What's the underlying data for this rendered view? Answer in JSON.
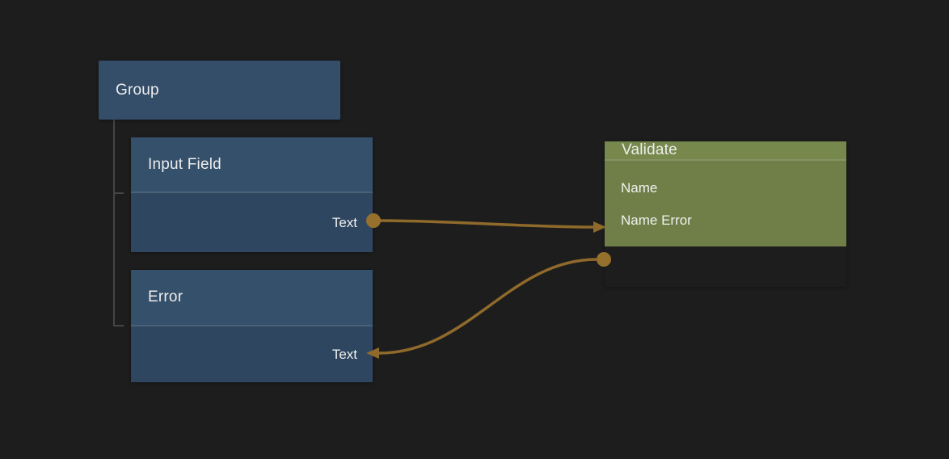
{
  "colors": {
    "canvas_bg": "#1d1d1d",
    "group_color": "#344d68",
    "node_blue_header": "#35506b",
    "node_blue_body": "#2f4660",
    "node_green_header": "#76884b",
    "node_green_body": "#6f7f47",
    "wire_color": "#8f6a2b",
    "port_color": "#96702d",
    "tree_line_color": "#454545",
    "text_color": "#ededed"
  },
  "nodes": {
    "group": {
      "title": "Group"
    },
    "input_field": {
      "title": "Input Field",
      "parent": "Group",
      "output_port": {
        "label": "Text",
        "direction": "output"
      }
    },
    "error": {
      "title": "Error",
      "parent": "Group",
      "input_port": {
        "label": "Text",
        "direction": "input"
      }
    },
    "validate": {
      "title": "Validate",
      "ports": [
        {
          "label": "Name",
          "direction": "input"
        },
        {
          "label": "Name Error",
          "direction": "output"
        }
      ]
    }
  },
  "connections": [
    {
      "from": "Input Field / Text",
      "to": "Validate / Name"
    },
    {
      "from": "Validate / Name Error",
      "to": "Error / Text"
    }
  ]
}
